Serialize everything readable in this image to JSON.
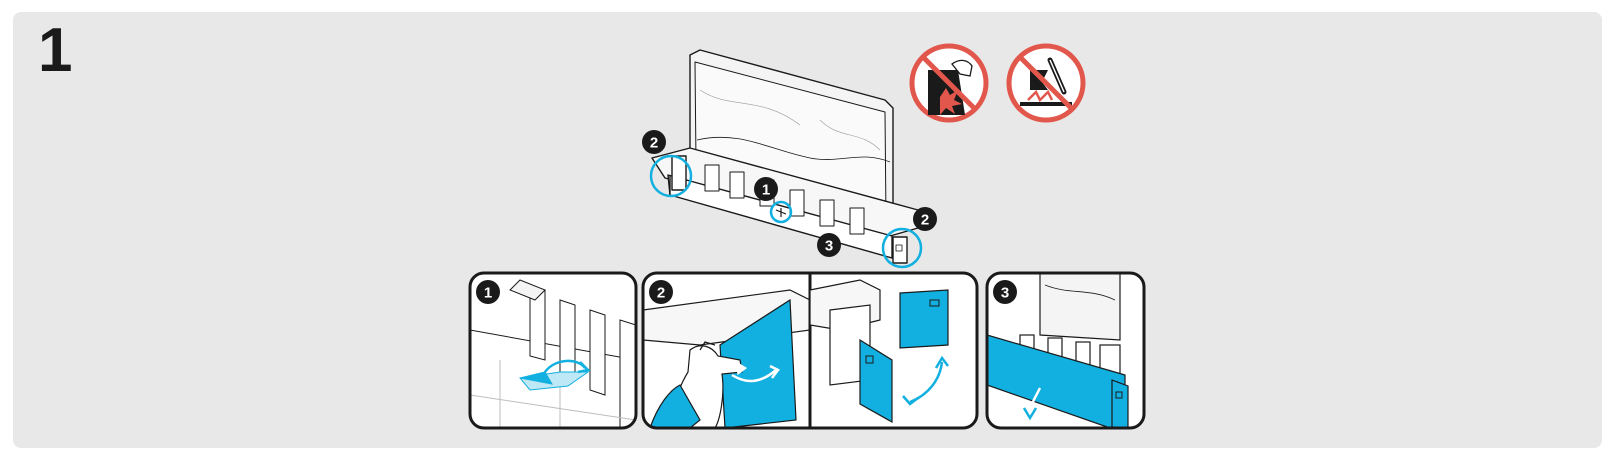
{
  "step": {
    "number": "1"
  },
  "main": {
    "callouts": [
      {
        "label": "1"
      },
      {
        "label": "2"
      },
      {
        "label": "3"
      }
    ]
  },
  "details": [
    {
      "label": "1",
      "icon": "unhook-clip-icon"
    },
    {
      "label": "2",
      "icon": "open-side-flap-icon"
    },
    {
      "label": "3",
      "icon": "fold-down-front-panel-icon"
    }
  ],
  "warnings": [
    {
      "icon": "no-pressing-screen-icon"
    },
    {
      "icon": "no-sharp-tool-icon"
    }
  ],
  "colors": {
    "accent": "#12b0e0",
    "warning": "#e2574c",
    "outline": "#1a1a1a",
    "background": "#e8e8e8"
  }
}
